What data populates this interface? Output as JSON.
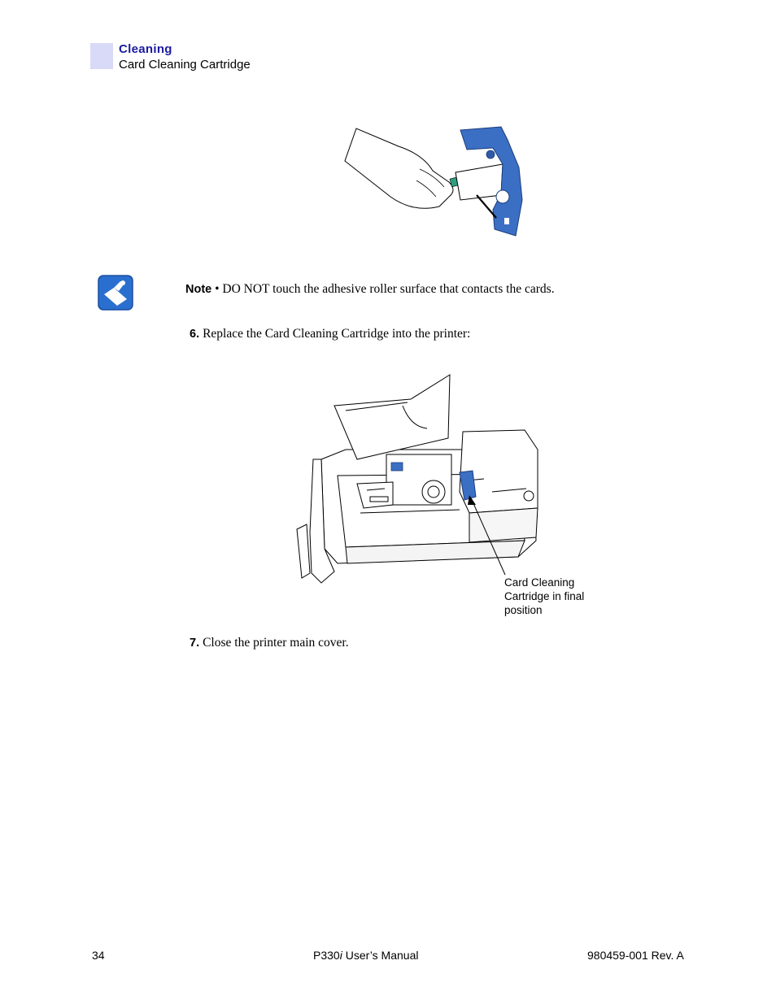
{
  "header": {
    "section": "Cleaning",
    "subsection": "Card Cleaning Cartridge"
  },
  "note": {
    "label": "Note",
    "text": "• DO NOT touch the adhesive roller surface that contacts the cards."
  },
  "steps": [
    {
      "number": "6.",
      "text": "Replace the Card Cleaning Cartridge into the printer:"
    },
    {
      "number": "7.",
      "text": "Close the printer main cover."
    }
  ],
  "callout": {
    "lines": [
      "Card Cleaning",
      "Cartridge in final",
      "position"
    ]
  },
  "footer": {
    "page": "34",
    "manual_prefix": "P330",
    "manual_italic": "i",
    "manual_suffix": " User’s Manual",
    "revision": "980459-001 Rev. A"
  },
  "colors": {
    "accent": "#1a1aa0",
    "header_box": "#d9daf7",
    "cartridge_blue": "#3a6fc4",
    "note_icon": "#2a6fcf"
  }
}
